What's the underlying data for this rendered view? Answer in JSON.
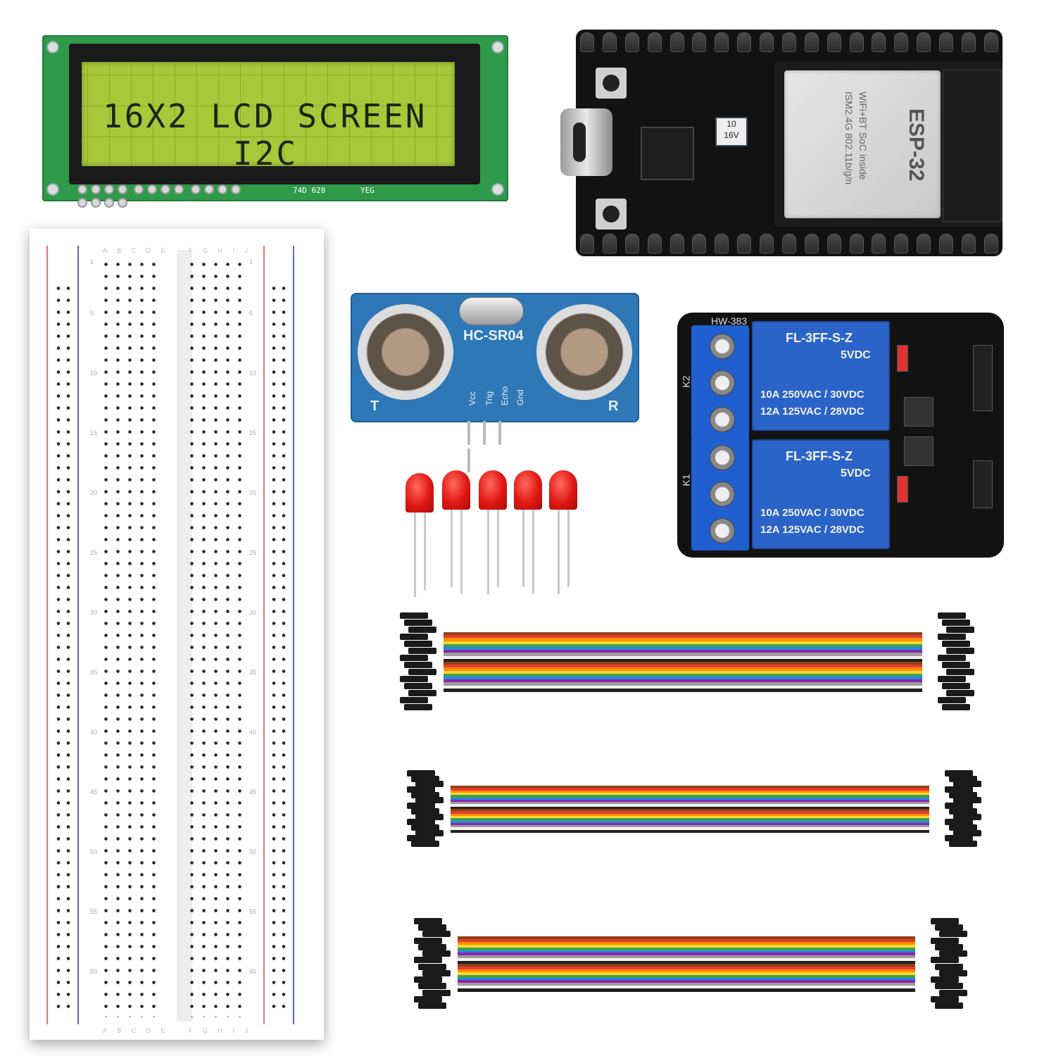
{
  "lcd": {
    "line1": "16X2 LCD SCREEN",
    "line2": "I2C",
    "board_mark": "74D 628",
    "board_mark2": "YEG"
  },
  "esp32": {
    "module_label": "ESP-32",
    "module_text1": "WiFi+BT SoC inside",
    "module_text2": "ISM2.4G 802.11b/g/n",
    "cap_value": "10",
    "cap_voltage": "16V"
  },
  "ultrasonic": {
    "model": "HC-SR04",
    "left_label": "T",
    "right_label": "R",
    "pins": [
      "Vcc",
      "Trig",
      "Echo",
      "Gnd"
    ]
  },
  "relay": {
    "board_label": "HW-383",
    "relay_model": "FL-3FF-S-Z",
    "relay_voltage": "5VDC",
    "rating1": "10A  250VAC / 30VDC",
    "rating2": "12A  125VAC / 28VDC",
    "k2_label": "K2",
    "k1_label": "K1"
  },
  "breadboard": {
    "col_header_left": "A B C D E",
    "col_header_right": "F G H I J",
    "row_numbers": [
      "1",
      "5",
      "10",
      "15",
      "20",
      "25",
      "30",
      "35",
      "40",
      "45",
      "50",
      "55",
      "60"
    ]
  },
  "colors": {
    "lcd_backlight": "#a8c83a",
    "pcb_green": "#2f9a4a",
    "esp_black": "#121212",
    "sr_blue": "#2e78b8",
    "relay_blue": "#2b64c8",
    "led_red": "#e01712"
  },
  "cable_colors": [
    "#8b4513",
    "#e53935",
    "#ff8f00",
    "#fdd835",
    "#43a047",
    "#1e88e5",
    "#8e24aa",
    "#9e9e9e",
    "#f5f5f5",
    "#212121"
  ]
}
